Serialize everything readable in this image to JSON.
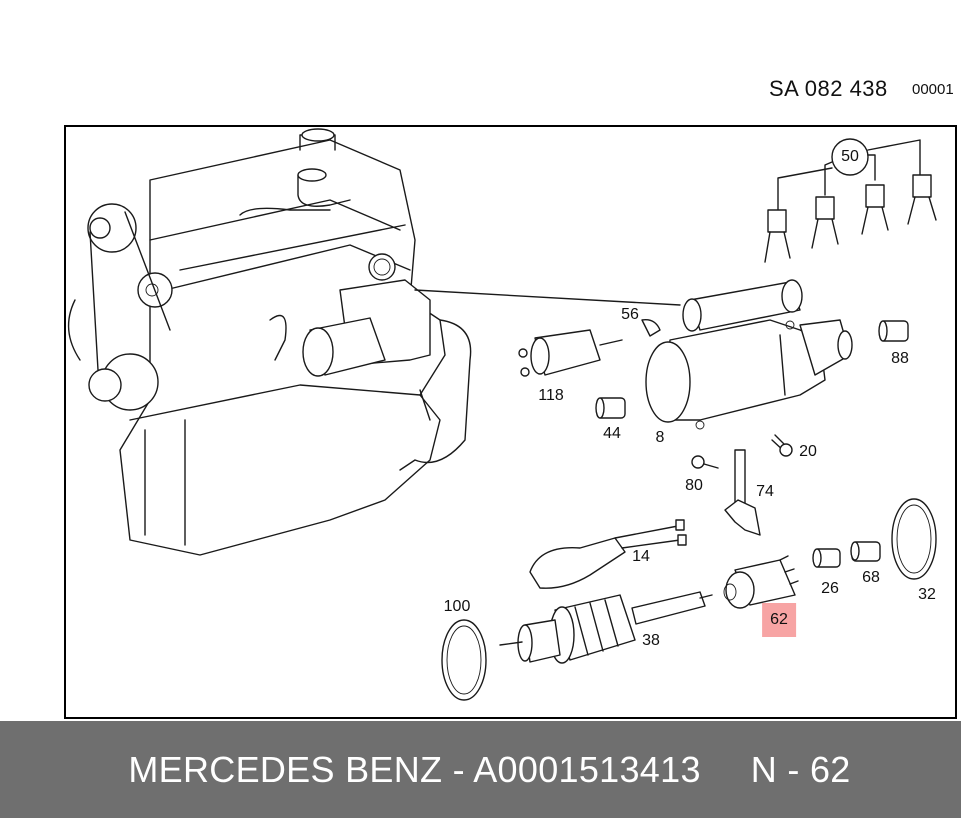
{
  "header": {
    "drawing_code": "SA 082 438",
    "sheet_number": "00001"
  },
  "callouts": [
    {
      "id": "50",
      "label": "50"
    },
    {
      "id": "56",
      "label": "56"
    },
    {
      "id": "118",
      "label": "118"
    },
    {
      "id": "88",
      "label": "88"
    },
    {
      "id": "44",
      "label": "44"
    },
    {
      "id": "8",
      "label": "8"
    },
    {
      "id": "20",
      "label": "20"
    },
    {
      "id": "80",
      "label": "80"
    },
    {
      "id": "74",
      "label": "74"
    },
    {
      "id": "14",
      "label": "14"
    },
    {
      "id": "26",
      "label": "26"
    },
    {
      "id": "68",
      "label": "68"
    },
    {
      "id": "32",
      "label": "32"
    },
    {
      "id": "100",
      "label": "100"
    },
    {
      "id": "38",
      "label": "38"
    },
    {
      "id": "62",
      "label": "62",
      "highlighted": true
    }
  ],
  "highlight_color": "#f05a5a",
  "footer": {
    "brand": "MERCEDES BENZ",
    "separator": " - ",
    "part_number": "A0001513413",
    "position_label": "N - 62",
    "background": "#6f6f6f"
  }
}
